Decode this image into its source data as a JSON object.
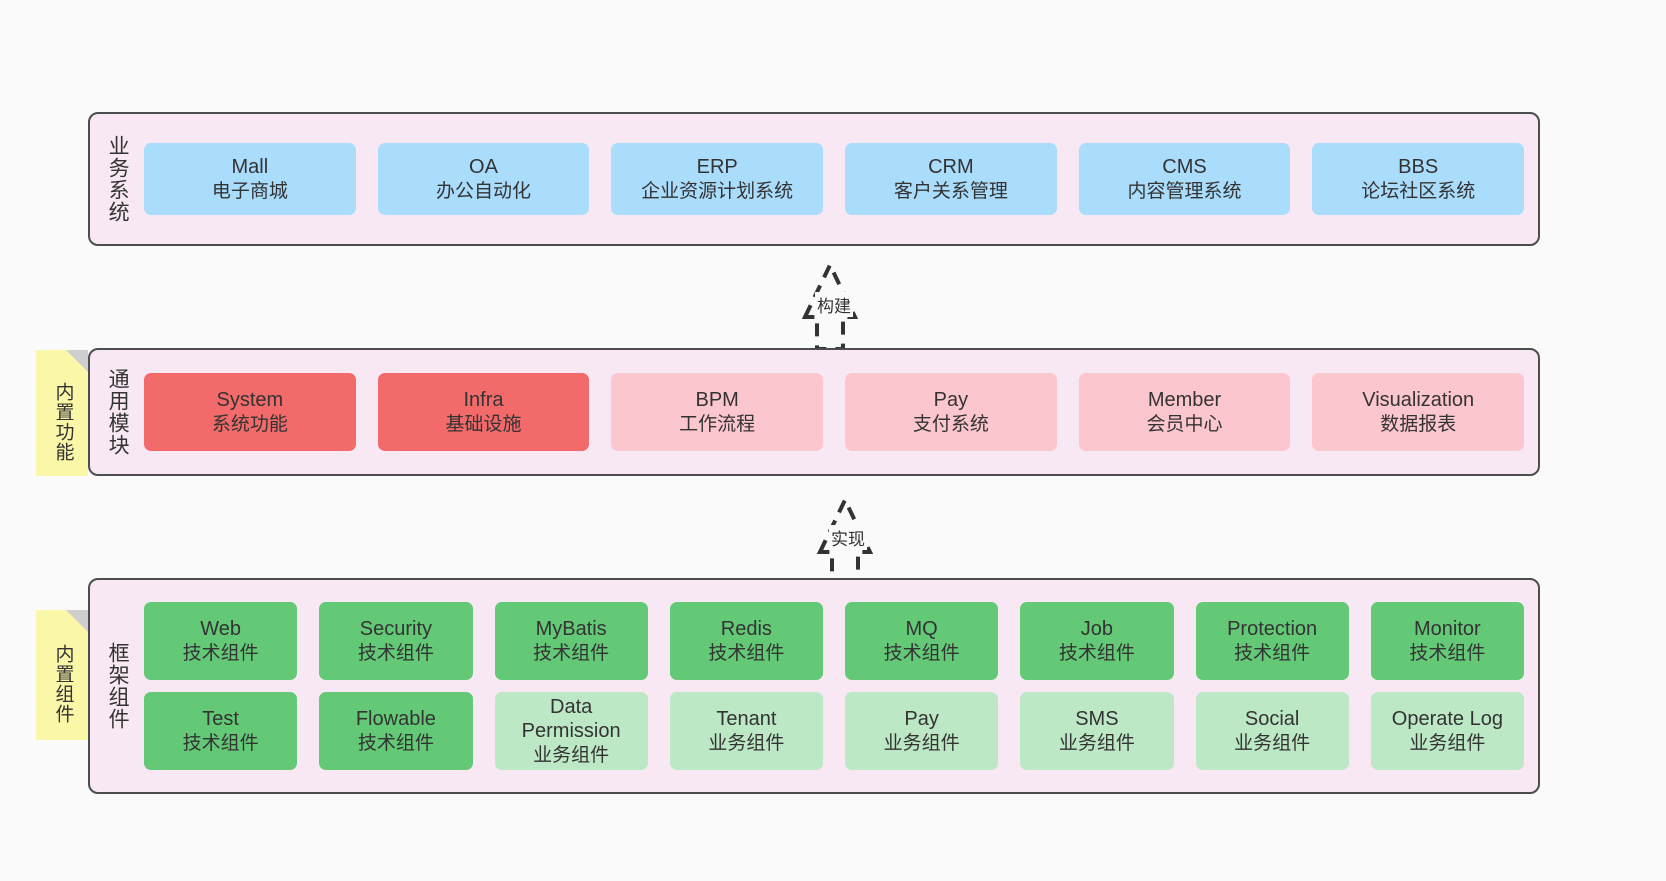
{
  "diagram": {
    "title": "",
    "background_color": "#fafafa",
    "layer_fill": "#f8e8f3",
    "layer_border": "#4d4d4d"
  },
  "notes": [
    {
      "name": "builtin-function",
      "text": "内置功能",
      "color": "#fbf7a8"
    },
    {
      "name": "builtin-component",
      "text": "内置组件",
      "color": "#fbf7a8"
    }
  ],
  "arrows": [
    {
      "name": "build-arrow",
      "label": "构建",
      "direction": "up",
      "style": "dashed-hollow"
    },
    {
      "name": "implement-arrow",
      "label": "实现",
      "direction": "up",
      "style": "dashed-hollow"
    }
  ],
  "layers": [
    {
      "name": "business-system",
      "label": "业务系统",
      "rows": [
        {
          "items": [
            {
              "title": "Mall",
              "subtitle": "电子商城",
              "color": "#aadcfc"
            },
            {
              "title": "OA",
              "subtitle": "办公自动化",
              "color": "#aadcfc"
            },
            {
              "title": "ERP",
              "subtitle": "企业资源计划系统",
              "color": "#aadcfc"
            },
            {
              "title": "CRM",
              "subtitle": "客户关系管理",
              "color": "#aadcfc"
            },
            {
              "title": "CMS",
              "subtitle": "内容管理系统",
              "color": "#aadcfc"
            },
            {
              "title": "BBS",
              "subtitle": "论坛社区系统",
              "color": "#aadcfc"
            }
          ]
        }
      ]
    },
    {
      "name": "common-module",
      "label": "通用模块",
      "rows": [
        {
          "items": [
            {
              "title": "System",
              "subtitle": "系统功能",
              "color": "#f26a6a"
            },
            {
              "title": "Infra",
              "subtitle": "基础设施",
              "color": "#f26a6a"
            },
            {
              "title": "BPM",
              "subtitle": "工作流程",
              "color": "#fcc6cf"
            },
            {
              "title": "Pay",
              "subtitle": "支付系统",
              "color": "#fcc6cf"
            },
            {
              "title": "Member",
              "subtitle": "会员中心",
              "color": "#fcc6cf"
            },
            {
              "title": "Visualization",
              "subtitle": "数据报表",
              "color": "#fcc6cf"
            }
          ]
        }
      ]
    },
    {
      "name": "framework-component",
      "label": "框架组件",
      "rows": [
        {
          "items": [
            {
              "title": "Web",
              "subtitle": "技术组件",
              "color": "#63c977"
            },
            {
              "title": "Security",
              "subtitle": "技术组件",
              "color": "#63c977"
            },
            {
              "title": "MyBatis",
              "subtitle": "技术组件",
              "color": "#63c977"
            },
            {
              "title": "Redis",
              "subtitle": "技术组件",
              "color": "#63c977"
            },
            {
              "title": "MQ",
              "subtitle": "技术组件",
              "color": "#63c977"
            },
            {
              "title": "Job",
              "subtitle": "技术组件",
              "color": "#63c977"
            },
            {
              "title": "Protection",
              "subtitle": "技术组件",
              "color": "#63c977"
            },
            {
              "title": "Monitor",
              "subtitle": "技术组件",
              "color": "#63c977"
            }
          ]
        },
        {
          "items": [
            {
              "title": "Test",
              "subtitle": "技术组件",
              "color": "#63c977"
            },
            {
              "title": "Flowable",
              "subtitle": "技术组件",
              "color": "#63c977"
            },
            {
              "title": "Data Permission",
              "subtitle": "业务组件",
              "color": "#bde8c6"
            },
            {
              "title": "Tenant",
              "subtitle": "业务组件",
              "color": "#bde8c6"
            },
            {
              "title": "Pay",
              "subtitle": "业务组件",
              "color": "#bde8c6"
            },
            {
              "title": "SMS",
              "subtitle": "业务组件",
              "color": "#bde8c6"
            },
            {
              "title": "Social",
              "subtitle": "业务组件",
              "color": "#bde8c6"
            },
            {
              "title": "Operate Log",
              "subtitle": "业务组件",
              "color": "#bde8c6"
            }
          ]
        }
      ]
    }
  ]
}
